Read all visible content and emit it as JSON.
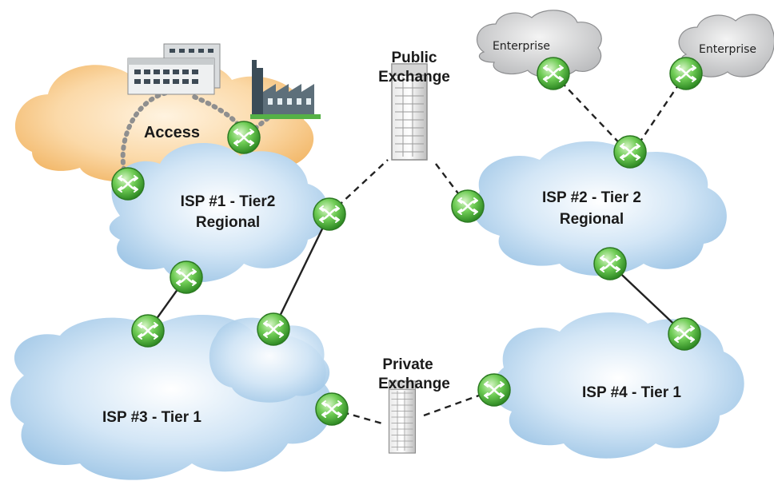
{
  "labels": {
    "access": "Access",
    "public_exchange": [
      "Public",
      "Exchange"
    ],
    "private_exchange": [
      "Private",
      "Exchange"
    ],
    "enterprise_left": "Enterprise",
    "enterprise_right": "Enterprise",
    "isp1": [
      "ISP #1 - Tier2",
      "Regional"
    ],
    "isp2": [
      "ISP #2 - Tier 2",
      "Regional"
    ],
    "isp3": "ISP #3 - Tier 1",
    "isp4": "ISP #4 - Tier 1"
  },
  "colors": {
    "cloud_blue": "#bcd8ef",
    "access_orange": "#f7c98a",
    "enterprise_gray": "#cfd0d2",
    "router_green": "#5fc04b",
    "link": "#222222"
  },
  "icons": {
    "router": "router-icon",
    "building": "office-building-icon",
    "factory": "factory-icon",
    "server": "server-rack-icon"
  }
}
